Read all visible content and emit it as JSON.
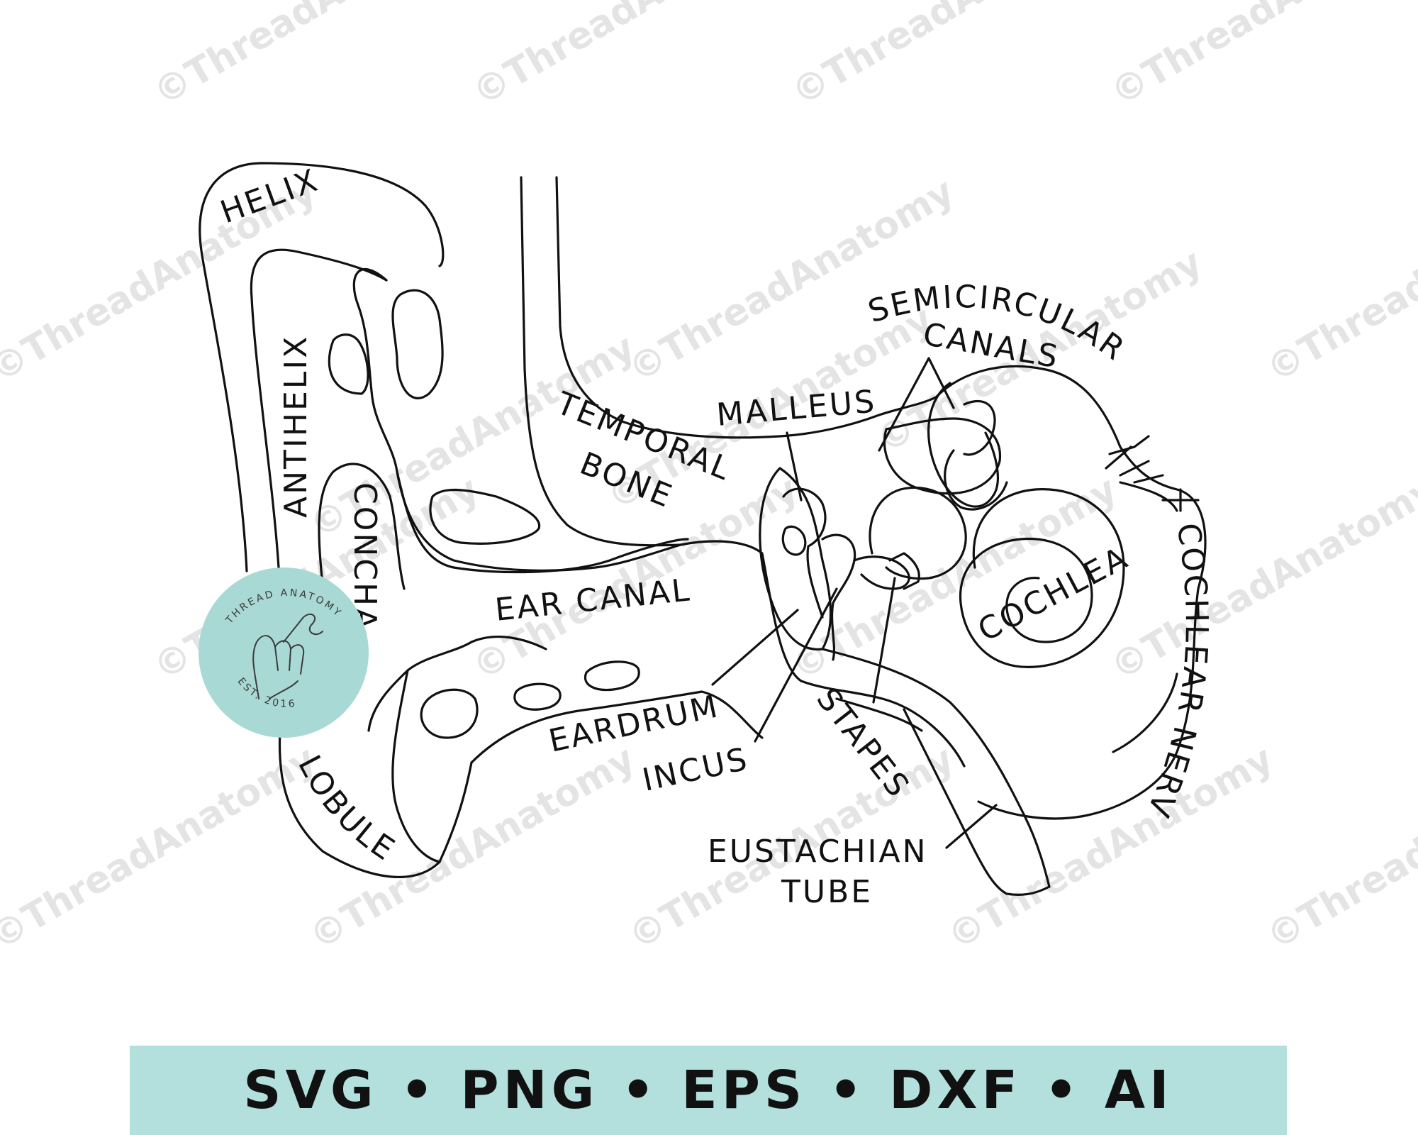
{
  "watermark": {
    "text": "©ThreadAnatomy"
  },
  "labels": {
    "helix": "HELIX",
    "antihelix": "ANTIHELIX",
    "concha": "CONCHA",
    "lobule": "LOBULE",
    "temporal_bone_1": "TEMPORAL",
    "temporal_bone_2": "BONE",
    "ear_canal": "EAR CANAL",
    "malleus": "MALLEUS",
    "semicircular_1": "SEMICIRCULAR",
    "semicircular_2": "CANALS",
    "cochlea": "COCHLEA",
    "cochlear_nerve": "COCHLEAR NERVE",
    "eardrum": "EARDRUM",
    "incus": "INCUS",
    "stapes": "STAPES",
    "eustachian_1": "EUSTACHIAN",
    "eustachian_2": "TUBE"
  },
  "logo": {
    "top_text": "THREAD ANATOMY",
    "bottom_text": "EST. 2016",
    "color": "#a9d9d4"
  },
  "banner": {
    "text": "SVG • PNG • EPS • DXF • AI",
    "color": "#b3e0dc"
  }
}
